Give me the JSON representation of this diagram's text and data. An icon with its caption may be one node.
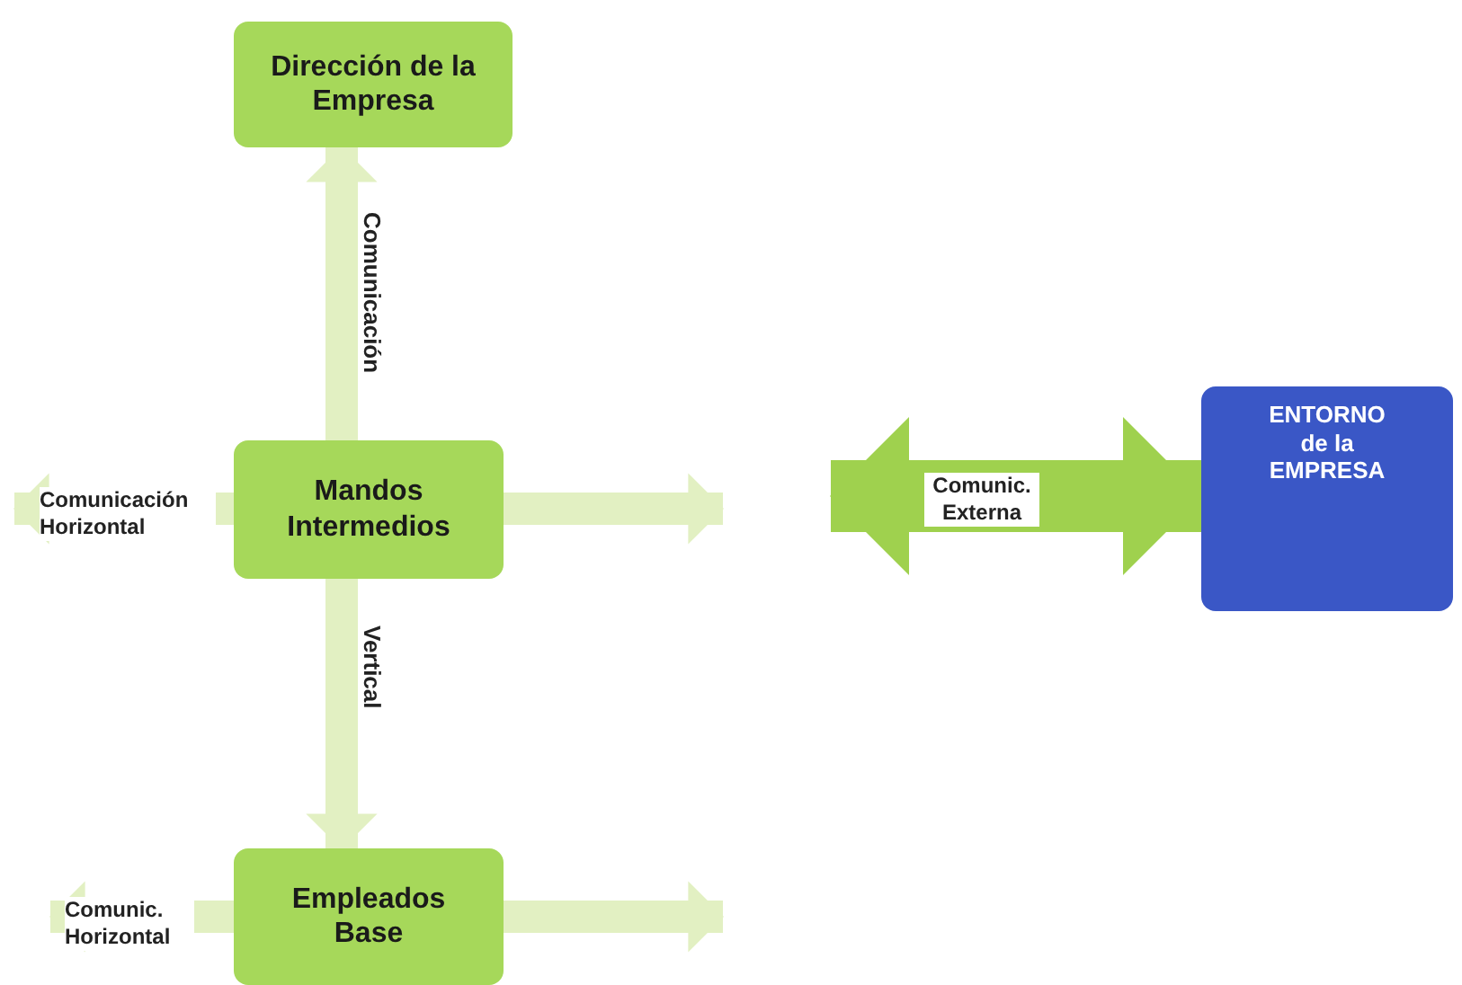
{
  "diagram": {
    "nodes": [
      {
        "text": [
          "Dirección de la Empresa"
        ]
      },
      {
        "text": [
          "Mandos Intermedios"
        ]
      },
      {
        "text": [
          "Empleados Base"
        ]
      },
      {
        "text": [
          "ENTORNO de la EMPRESA"
        ]
      }
    ],
    "edges": [
      {
        "from": 1,
        "to": 0,
        "arrow": "to",
        "label": "Comunicación"
      },
      {
        "from": 1,
        "to": 2,
        "arrow": "to",
        "label": "Vertical"
      },
      {
        "from": 1,
        "to": null,
        "arrow": "to",
        "label": "Comunicación Horizontal"
      },
      {
        "from": 1,
        "to": null,
        "arrow": "to"
      },
      {
        "from": 2,
        "to": null,
        "arrow": "to",
        "label": "Comunic. Horizontal"
      },
      {
        "from": 2,
        "to": null,
        "arrow": "to"
      },
      {
        "from": null,
        "to": 3,
        "arrow": "both",
        "label": "Comunic. Externa",
        "style": "thick",
        "color": "#9fd14e"
      }
    ]
  }
}
